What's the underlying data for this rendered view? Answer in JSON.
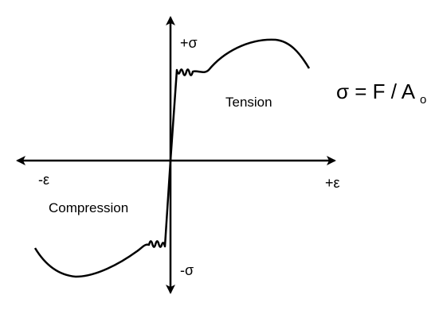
{
  "diagram": {
    "axis_labels": {
      "pos_sigma": "+σ",
      "neg_sigma": "-σ",
      "pos_epsilon": "+ε",
      "neg_epsilon": "-ε"
    },
    "regions": {
      "tension": "Tension",
      "compression": "Compression"
    },
    "formula": {
      "lhs": "σ = F / A",
      "subscript": "o"
    },
    "colors": {
      "line": "#000000",
      "background": "#ffffff"
    }
  }
}
